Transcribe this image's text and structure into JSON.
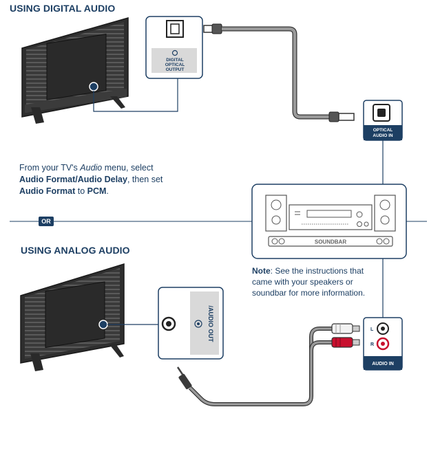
{
  "sections": {
    "digital_heading": "USING DIGITAL AUDIO",
    "analog_heading": "USING ANALOG AUDIO",
    "or_label": "OR"
  },
  "instructions": {
    "p1": "From your TV's ",
    "audio_menu": "Audio",
    "p2": " menu, select ",
    "b1": "Audio Format/Audio Delay",
    "p3": ", then set ",
    "b2": "Audio Format",
    "p4": " to ",
    "b3": "PCM",
    "p5": "."
  },
  "note": {
    "label": "Note",
    "text": ": See the instructions that came with your speakers or soundbar for more information."
  },
  "tv_port_digital": [
    "DIGITAL",
    "OPTICAL",
    "OUTPUT"
  ],
  "soundbar_optical": [
    "OPTICAL",
    "AUDIO IN"
  ],
  "soundbar_label": "SOUNDBAR",
  "tv_port_analog": "/AUDIO OUT",
  "analog_in": {
    "left": "L",
    "right": "R",
    "label": "AUDIO IN"
  },
  "colors": {
    "navy": "#1d3f63",
    "cable": "#8a8a8a",
    "red_plug": "#c8102e"
  }
}
